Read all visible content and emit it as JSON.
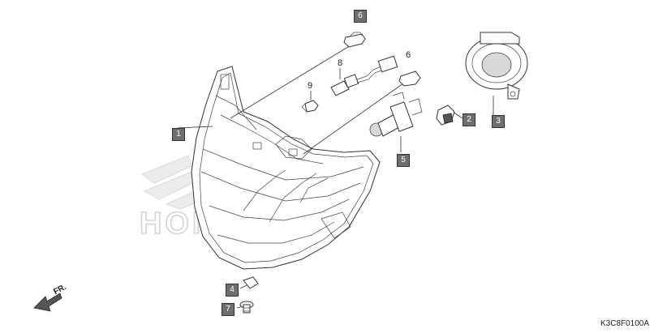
{
  "diagram": {
    "drawing_code": "K3C8F0100A",
    "direction_label": "FR.",
    "watermark_text": "HONDA",
    "callouts": [
      {
        "id": "1",
        "style": "box"
      },
      {
        "id": "2",
        "style": "box"
      },
      {
        "id": "3",
        "style": "box"
      },
      {
        "id": "4",
        "style": "box"
      },
      {
        "id": "5",
        "style": "box"
      },
      {
        "id": "6",
        "style": "box"
      },
      {
        "id": "6",
        "style": "plain"
      },
      {
        "id": "7",
        "style": "box"
      },
      {
        "id": "8",
        "style": "plain"
      },
      {
        "id": "9",
        "style": "plain"
      }
    ]
  }
}
